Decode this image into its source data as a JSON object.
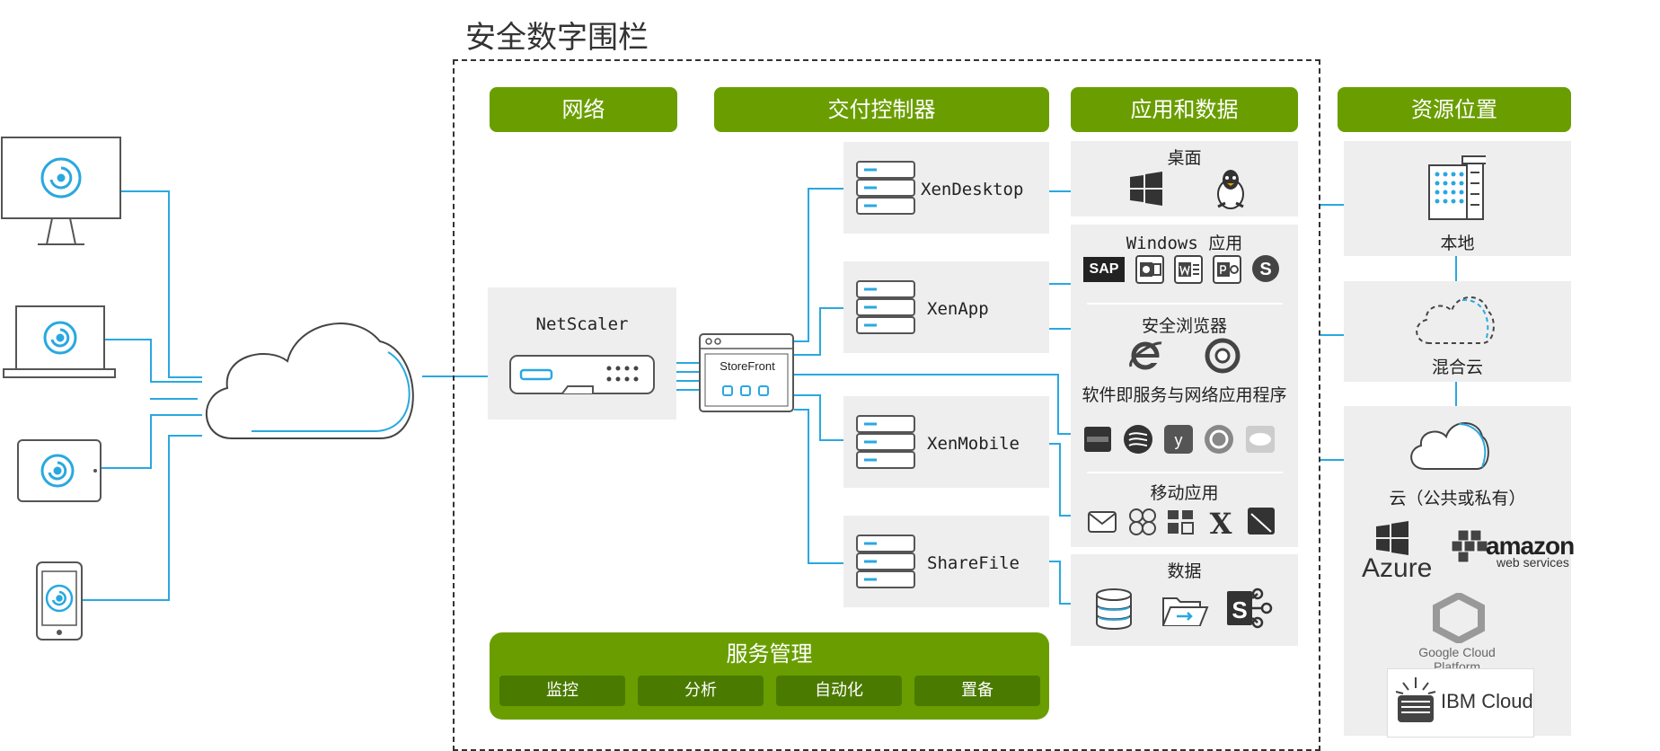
{
  "fence_title": "安全数字围栏",
  "headers": {
    "network": "网络",
    "delivery": "交付控制器",
    "apps_data": "应用和数据",
    "resource": "资源位置"
  },
  "network": {
    "netscaler": "NetScaler",
    "storefront": "StoreFront"
  },
  "controllers": [
    "XenDesktop",
    "XenApp",
    "XenMobile",
    "ShareFile"
  ],
  "apps": {
    "desktop": "桌面",
    "windows_apps": "Windows 应用",
    "secure_browser": "安全浏览器",
    "saas": "软件即服务与网络应用程序",
    "mobile": "移动应用",
    "data": "数据",
    "sap_logo": "SAP"
  },
  "resources": {
    "onprem": "本地",
    "hybrid": "混合云",
    "cloud": "云（公共或私有）",
    "azure": "Azure",
    "amazon": "amazon",
    "aws_sub": "web services",
    "gcp": "Google Cloud Platform",
    "ibm": "IBM Cloud"
  },
  "service": {
    "title": "服务管理",
    "buttons": [
      "监控",
      "分析",
      "自动化",
      "置备"
    ]
  },
  "colors": {
    "green": "#6a9e00",
    "green_dark": "#4b7a00",
    "line": "#29a8e0",
    "panel": "#eeeeee"
  }
}
